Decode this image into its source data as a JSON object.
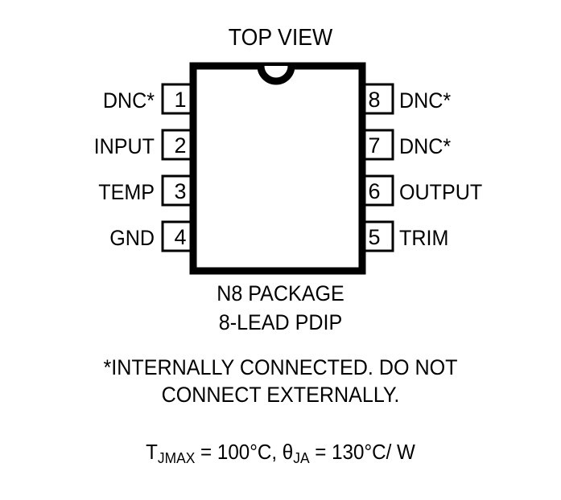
{
  "diagram": {
    "title": "TOP VIEW",
    "package_name": "N8 PACKAGE",
    "package_type": "8-LEAD PDIP",
    "footnote_line1": "*INTERNALLY CONNECTED. DO NOT",
    "footnote_line2": "CONNECT EXTERNALLY.",
    "line_color": "#000000",
    "background_color": "#ffffff",
    "pins_left": [
      {
        "number": "1",
        "label": "DNC*"
      },
      {
        "number": "2",
        "label": "INPUT"
      },
      {
        "number": "3",
        "label": "TEMP"
      },
      {
        "number": "4",
        "label": "GND"
      }
    ],
    "pins_right": [
      {
        "number": "8",
        "label": "DNC*"
      },
      {
        "number": "7",
        "label": "DNC*"
      },
      {
        "number": "6",
        "label": "OUTPUT"
      },
      {
        "number": "5",
        "label": "TRIM"
      }
    ],
    "thermal": {
      "tjmax_symbol": "T",
      "tjmax_subscript": "JMAX",
      "tjmax_value": " = 100°C, ",
      "theta_symbol": "θ",
      "theta_subscript": "JA",
      "theta_value": " = 130°C/ W",
      "full_text": "TJMAX = 100°C, θJA = 130°C/ W"
    }
  }
}
